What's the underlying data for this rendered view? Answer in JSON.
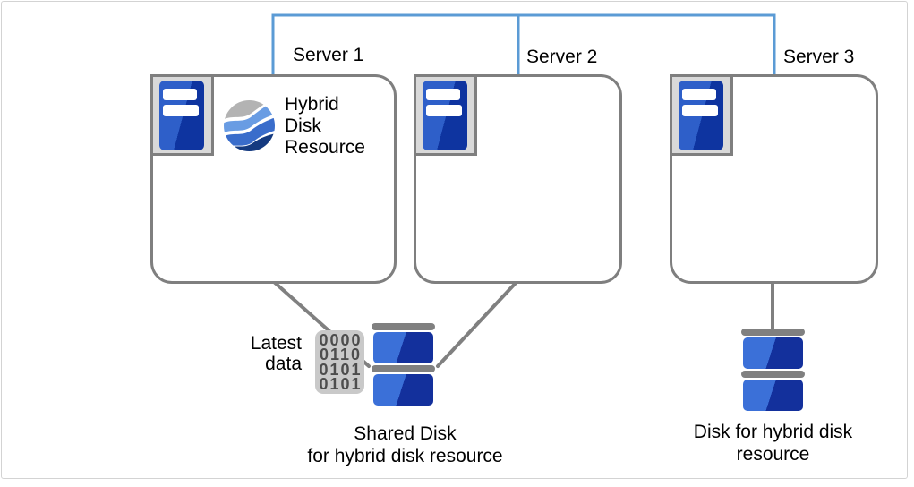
{
  "diagram": {
    "servers": [
      {
        "label": "Server 1"
      },
      {
        "label": "Server 2"
      },
      {
        "label": "Server 3"
      }
    ],
    "hybrid_resource": {
      "line1": "Hybrid",
      "line2": "Disk",
      "line3": "Resource"
    },
    "latest_data": {
      "line1": "Latest",
      "line2": "data"
    },
    "binary_block": {
      "row1": "0000",
      "row2": "0110",
      "row3": "0101",
      "row4": "0101"
    },
    "shared_disk_caption": {
      "line1": "Shared Disk",
      "line2": "for hybrid disk resource"
    },
    "hybrid_disk_caption": {
      "line1": "Disk for hybrid disk",
      "line2": "resource"
    }
  },
  "icons": {
    "server": "server-tower-icon",
    "hybrid_resource": "hybrid-disk-resource-sphere-icon",
    "binary": "binary-data-icon",
    "disk": "disk-stack-icon"
  },
  "colors": {
    "connector-blue": "#5B9BD5",
    "line-gray": "#808080",
    "box-border": "#7f7f7f",
    "icon-frame-fill": "#d9d9d9",
    "server-blue-light": "#2e5fc9",
    "server-blue-dark": "#0e34a0",
    "disk-blue-light": "#3b70d8",
    "disk-blue-dark": "#13309c",
    "binary-bg": "#c9c9c9",
    "binary-text": "#4d4d4d",
    "hybrid-gray": "#b3b3b3",
    "hybrid-light-blue": "#699ce3",
    "hybrid-mid-blue": "#3a6dcb",
    "hybrid-navy": "#143a80",
    "canvas-border": "#d3d3d3",
    "text-black": "#000000"
  }
}
